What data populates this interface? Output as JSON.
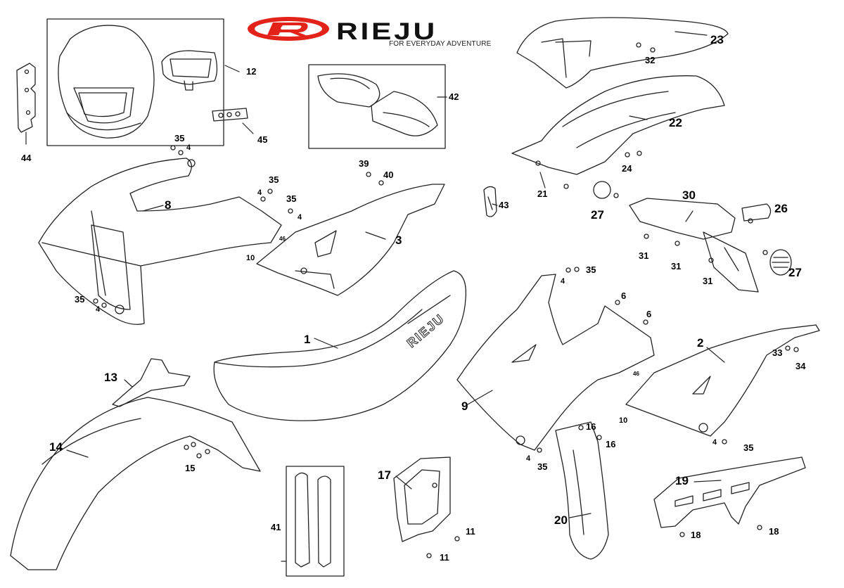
{
  "brand": {
    "wordmark": "RIEJU",
    "tagline": "FOR EVERYDAY ADVENTURE",
    "logo_color": "#e32219"
  },
  "callouts": {
    "p1": "1",
    "p2": "2",
    "p3": "3",
    "p4a": "4",
    "p4b": "4",
    "p4c": "4",
    "p4d": "4",
    "p4e": "4",
    "p4f": "4",
    "p4g": "4",
    "p6a": "6",
    "p6b": "6",
    "p8": "8",
    "p9": "9",
    "p10a": "10",
    "p10b": "10",
    "p11a": "11",
    "p11b": "11",
    "p12": "12",
    "p13": "13",
    "p14": "14",
    "p15": "15",
    "p16a": "16",
    "p16b": "16",
    "p17": "17",
    "p18a": "18",
    "p18b": "18",
    "p19": "19",
    "p20": "20",
    "p21": "21",
    "p22": "22",
    "p23": "23",
    "p24": "24",
    "p26": "26",
    "p27a": "27",
    "p27b": "27",
    "p30": "30",
    "p31a": "31",
    "p31b": "31",
    "p31c": "31",
    "p32": "32",
    "p33": "33",
    "p34": "34",
    "p35a": "35",
    "p35b": "35",
    "p35c": "35",
    "p35d": "35",
    "p35e": "35",
    "p35f": "35",
    "p35g": "35",
    "p39": "39",
    "p40": "40",
    "p41": "41",
    "p42": "42",
    "p43": "43",
    "p44": "44",
    "p45": "45",
    "p46a": "46",
    "p46b": "46"
  },
  "seat_decal": "RIEJU"
}
